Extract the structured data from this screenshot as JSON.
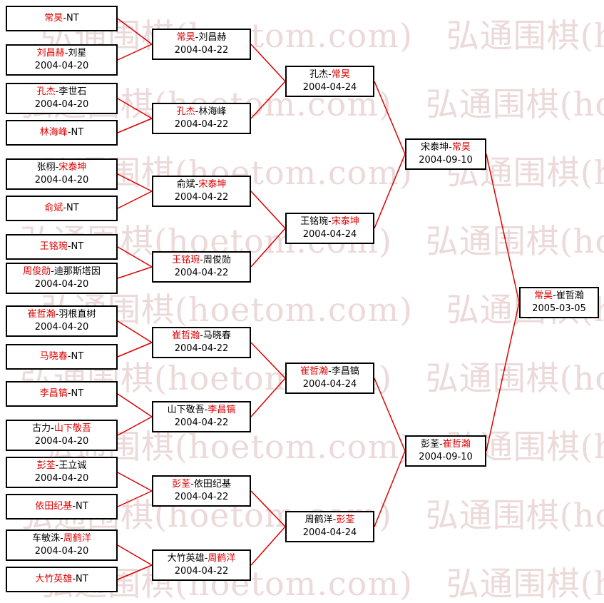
{
  "watermark": {
    "text": "弘通围棋(hoetom.com)",
    "color": "#ecd9d9"
  },
  "colors": {
    "winner": "#dd0000",
    "line": "#dd0000",
    "border": "#000000"
  },
  "bracket": {
    "rounds": [
      {
        "name": "round-1",
        "matches": [
          {
            "p1": "常昊",
            "p2": "NT",
            "date": "",
            "winner": 1
          },
          {
            "p1": "刘昌赫",
            "p2": "刘星",
            "date": "2004-04-20",
            "winner": 1
          },
          {
            "p1": "孔杰",
            "p2": "李世石",
            "date": "2004-04-20",
            "winner": 1
          },
          {
            "p1": "林海峰",
            "p2": "NT",
            "date": "",
            "winner": 1
          },
          {
            "p1": "张栩",
            "p2": "宋泰坤",
            "date": "2004-04-20",
            "winner": 2
          },
          {
            "p1": "俞斌",
            "p2": "NT",
            "date": "",
            "winner": 1
          },
          {
            "p1": "王铭琬",
            "p2": "NT",
            "date": "",
            "winner": 1
          },
          {
            "p1": "周俊勋",
            "p2": "迪那斯塔因",
            "date": "2004-04-20",
            "winner": 1
          },
          {
            "p1": "崔哲瀚",
            "p2": "羽根直树",
            "date": "2004-04-20",
            "winner": 1
          },
          {
            "p1": "马晓春",
            "p2": "NT",
            "date": "",
            "winner": 1
          },
          {
            "p1": "李昌镐",
            "p2": "NT",
            "date": "",
            "winner": 1
          },
          {
            "p1": "古力",
            "p2": "山下敬吾",
            "date": "2004-04-20",
            "winner": 2
          },
          {
            "p1": "彭荃",
            "p2": "王立诚",
            "date": "2004-04-20",
            "winner": 1
          },
          {
            "p1": "依田纪基",
            "p2": "NT",
            "date": "",
            "winner": 1
          },
          {
            "p1": "车敏洙",
            "p2": "周鹤洋",
            "date": "2004-04-20",
            "winner": 2
          },
          {
            "p1": "大竹英雄",
            "p2": "NT",
            "date": "",
            "winner": 1
          }
        ]
      },
      {
        "name": "round-2",
        "matches": [
          {
            "p1": "常昊",
            "p2": "刘昌赫",
            "date": "2004-04-22",
            "winner": 1
          },
          {
            "p1": "孔杰",
            "p2": "林海峰",
            "date": "2004-04-22",
            "winner": 1
          },
          {
            "p1": "俞斌",
            "p2": "宋泰坤",
            "date": "2004-04-22",
            "winner": 2
          },
          {
            "p1": "王铭琬",
            "p2": "周俊勋",
            "date": "2004-04-22",
            "winner": 1
          },
          {
            "p1": "崔哲瀚",
            "p2": "马晓春",
            "date": "2004-04-22",
            "winner": 1
          },
          {
            "p1": "山下敬吾",
            "p2": "李昌镐",
            "date": "2004-04-22",
            "winner": 2
          },
          {
            "p1": "彭荃",
            "p2": "依田纪基",
            "date": "2004-04-22",
            "winner": 1
          },
          {
            "p1": "大竹英雄",
            "p2": "周鹤洋",
            "date": "2004-04-22",
            "winner": 2
          }
        ]
      },
      {
        "name": "quarterfinal",
        "matches": [
          {
            "p1": "孔杰",
            "p2": "常昊",
            "date": "2004-04-24",
            "winner": 2
          },
          {
            "p1": "王铭琬",
            "p2": "宋泰坤",
            "date": "2004-04-24",
            "winner": 2
          },
          {
            "p1": "崔哲瀚",
            "p2": "李昌镐",
            "date": "2004-04-24",
            "winner": 1
          },
          {
            "p1": "周鹤洋",
            "p2": "彭荃",
            "date": "2004-04-24",
            "winner": 2
          }
        ]
      },
      {
        "name": "semifinal",
        "matches": [
          {
            "p1": "宋泰坤",
            "p2": "常昊",
            "date": "2004-09-10",
            "winner": 2
          },
          {
            "p1": "彭荃",
            "p2": "崔哲瀚",
            "date": "2004-09-10",
            "winner": 2
          }
        ]
      },
      {
        "name": "final",
        "matches": [
          {
            "p1": "常昊",
            "p2": "崔哲瀚",
            "date": "2005-03-05",
            "winner": 1
          }
        ]
      }
    ]
  }
}
